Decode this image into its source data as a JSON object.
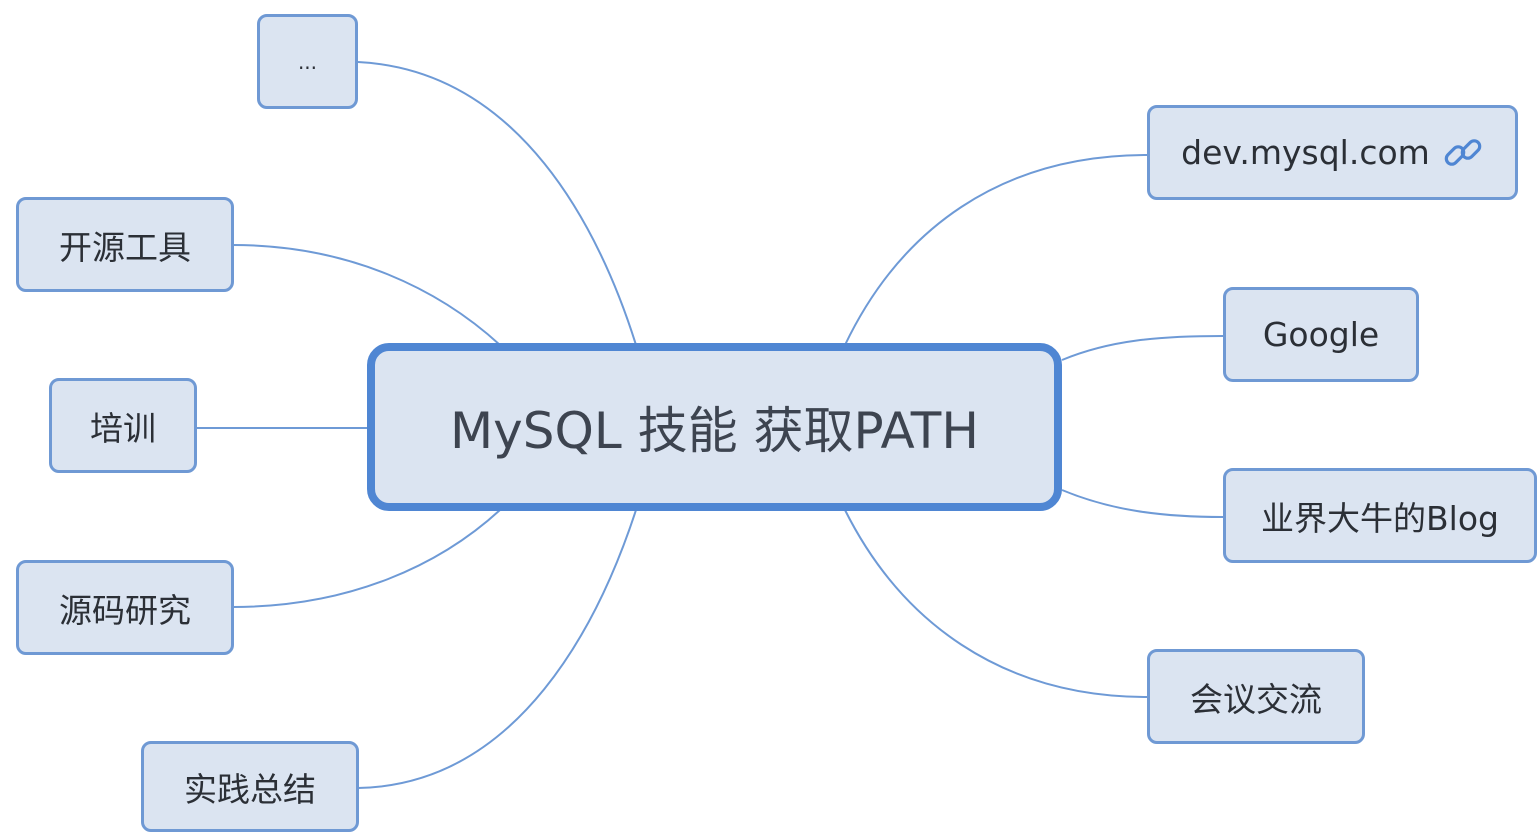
{
  "central": {
    "label": "MySQL 技能 获取PATH"
  },
  "left_nodes": [
    {
      "label": "..."
    },
    {
      "label": "开源工具"
    },
    {
      "label": "培训"
    },
    {
      "label": "源码研究"
    },
    {
      "label": "实践总结"
    }
  ],
  "right_nodes": [
    {
      "label": "dev.mysql.com",
      "icon": "link-icon"
    },
    {
      "label": "Google"
    },
    {
      "label": "业界大牛的Blog"
    },
    {
      "label": "会议交流"
    }
  ],
  "colors": {
    "node_fill": "#dbe4f1",
    "node_border": "#6f99d4",
    "central_border": "#4f86d3",
    "connector": "#6e9ad6",
    "text": "#2b2f36"
  }
}
